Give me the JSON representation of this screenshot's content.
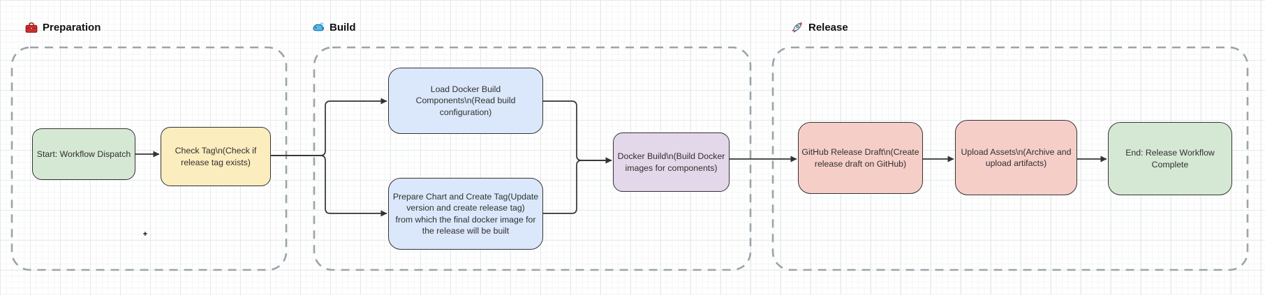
{
  "canvas": {
    "origin_marker": "+"
  },
  "groups": [
    {
      "id": "preparation",
      "label": "Preparation",
      "icon": "toolbox-icon",
      "contains": [
        "start",
        "check-tag"
      ]
    },
    {
      "id": "build",
      "label": "Build",
      "icon": "whale-icon",
      "contains": [
        "load-docker-build-components",
        "prepare-chart-and-create-tag",
        "docker-build"
      ]
    },
    {
      "id": "release",
      "label": "Release",
      "icon": "rocket-icon",
      "contains": [
        "github-release-draft",
        "upload-assets",
        "end"
      ]
    }
  ],
  "nodes": [
    {
      "id": "start",
      "label": "Start: Workflow Dispatch",
      "fill": "#d5e8d4"
    },
    {
      "id": "check-tag",
      "label": "Check Tag\\n(Check if release tag exists)",
      "fill": "#fcedbe"
    },
    {
      "id": "load-docker-build-components",
      "label": "Load Docker Build Components\\n(Read build configuration)",
      "fill": "#dbe8fb"
    },
    {
      "id": "prepare-chart-and-create-tag",
      "label": "Prepare Chart and Create Tag(Update version and create release tag)\nfrom which the final docker image for the release will be built",
      "fill": "#dbe8fb"
    },
    {
      "id": "docker-build",
      "label": "Docker Build\\n(Build Docker images for components)",
      "fill": "#e3d7ea"
    },
    {
      "id": "github-release-draft",
      "label": "GitHub Release Draft\\n(Create release draft on GitHub)",
      "fill": "#f6cec8"
    },
    {
      "id": "upload-assets",
      "label": "Upload Assets\\n(Archive and upload artifacts)",
      "fill": "#f6cec8"
    },
    {
      "id": "end",
      "label": "End: Release Workflow Complete",
      "fill": "#d5e8d4"
    }
  ],
  "edges": [
    {
      "from": "start",
      "to": "check-tag"
    },
    {
      "from": "check-tag",
      "to": "load-docker-build-components"
    },
    {
      "from": "check-tag",
      "to": "prepare-chart-and-create-tag"
    },
    {
      "from": "load-docker-build-components",
      "to": "docker-build"
    },
    {
      "from": "prepare-chart-and-create-tag",
      "to": "docker-build"
    },
    {
      "from": "docker-build",
      "to": "github-release-draft"
    },
    {
      "from": "github-release-draft",
      "to": "upload-assets"
    },
    {
      "from": "upload-assets",
      "to": "end"
    }
  ],
  "colors": {
    "node_border": "#333333",
    "edge": "#333333",
    "group_dash": "#9aa4ab"
  }
}
